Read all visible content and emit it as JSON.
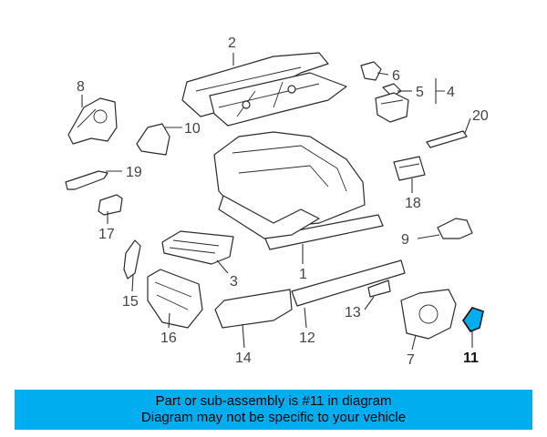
{
  "callouts": {
    "c1": "1",
    "c2": "2",
    "c3": "3",
    "c4": "4",
    "c5": "5",
    "c6": "6",
    "c7": "7",
    "c8": "8",
    "c9": "9",
    "c10": "10",
    "c11": "11",
    "c12": "12",
    "c13": "13",
    "c14": "14",
    "c15": "15",
    "c16": "16",
    "c17": "17",
    "c18": "18",
    "c19": "19",
    "c20": "20"
  },
  "banner": {
    "line1": "Part or sub-assembly is #11 in diagram",
    "line2": "Diagram may not be specific to your vehicle"
  },
  "highlighted_part": "11",
  "colors": {
    "banner": "#00aeef",
    "highlight": "#00aeef"
  }
}
